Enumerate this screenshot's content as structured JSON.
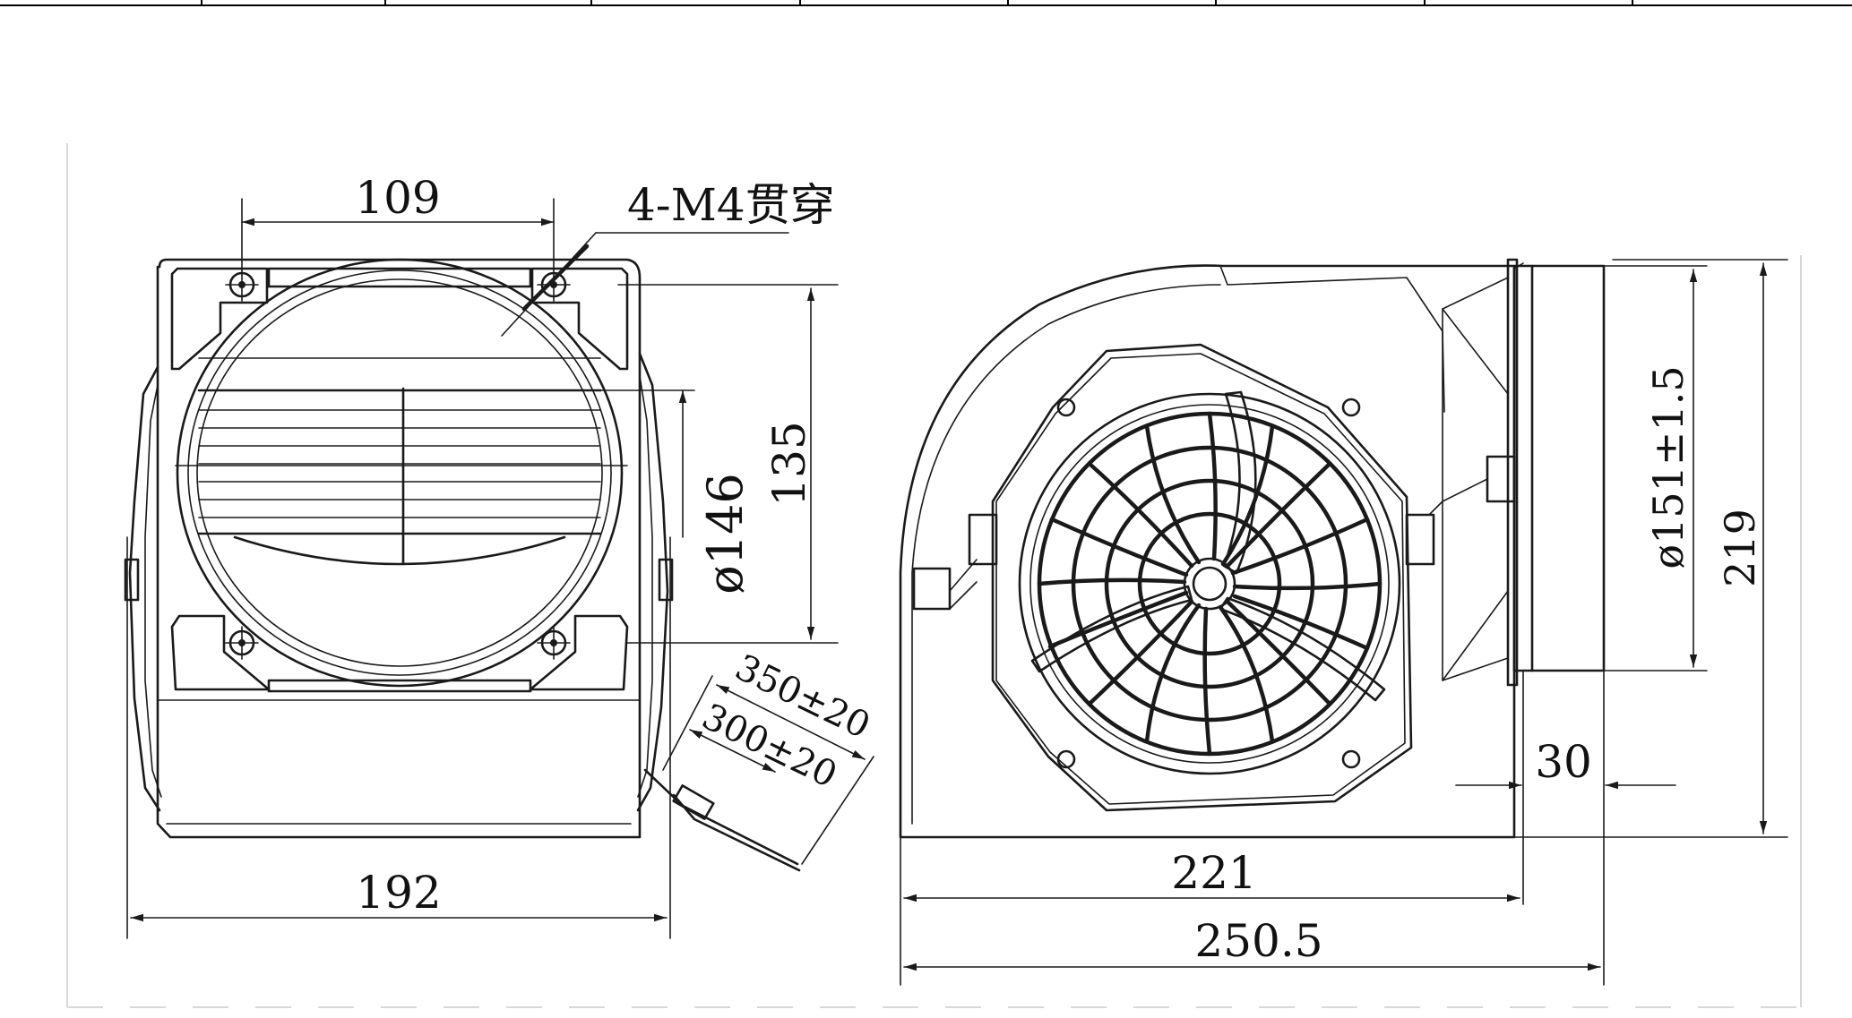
{
  "drawing": {
    "callout_hole": "4-M4贯穿",
    "dimensions": {
      "hole_spacing": "109",
      "width_front": "192",
      "inlet_diameter": "ø146",
      "height_inlet": "135",
      "cable_long": "350±20",
      "cable_short": "300±20",
      "outlet_diameter": "ø151±1.5",
      "overall_height": "219",
      "flange_depth": "30",
      "body_length": "221",
      "overall_length": "250.5"
    }
  }
}
